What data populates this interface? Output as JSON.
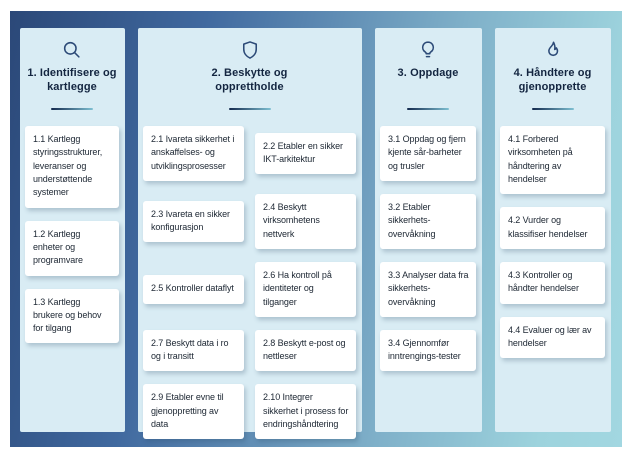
{
  "figure": {
    "kind": "security-framework-infographic",
    "language": "no"
  },
  "colors": {
    "frame_gradient_start": "#2b4878",
    "frame_gradient_mid": "#40699f",
    "frame_gradient_end": "#a2d7e1",
    "column_background": "#d9ecf4",
    "card_background": "#ffffff",
    "title_text": "#132540",
    "card_text": "#202a36",
    "icon_stroke": "#2c4a77"
  },
  "columns": [
    {
      "id": "identify",
      "icon": "search-icon",
      "title": "1. Identifisere og kartlegge",
      "cards": [
        "1.1 Kartlegg styringsstrukturer, leveranser og understøttende systemer",
        "1.2 Kartlegg enheter og programvare",
        "1.3 Kartlegg brukere og behov for tilgang"
      ]
    },
    {
      "id": "protect",
      "icon": "shield-icon",
      "title": "2. Beskytte og opprettholde",
      "cards": [
        "2.1 Ivareta sikkerhet i anskaffelses- og utviklingsprosesser",
        "2.2 Etabler en sikker IKT-arkitektur",
        "2.3 Ivareta en sikker konfigurasjon",
        "2.4 Beskytt virksomhetens nettverk",
        "2.5 Kontroller dataflyt",
        "2.6 Ha kontroll på identiteter og tilganger",
        "2.7 Beskytt data i ro og i transitt",
        "2.8 Beskytt e-post og nettleser",
        "2.9 Etabler evne til gjenoppretting av data",
        "2.10 Integrer sikkerhet i prosess for endringshånd­tering"
      ]
    },
    {
      "id": "detect",
      "icon": "lightbulb-icon",
      "title": "3. Oppdage",
      "cards": [
        "3.1 Oppdag og fjern kjente sår-barheter og trusler",
        "3.2 Etabler sikkerhets-overvåkning",
        "3.3 Analyser data fra sikkerhets-overvåkning",
        "3.4 Gjennomfør inntrengings-tester"
      ]
    },
    {
      "id": "respond",
      "icon": "flame-icon",
      "title": "4. Håndtere og gjenopprette",
      "cards": [
        "4.1 Forbered virksomheten på håndtering av hendelser",
        "4.2 Vurder og klassifiser hendelser",
        "4.3 Kontroller og håndter hendelser",
        "4.4 Evaluer og lær av hendelser"
      ]
    }
  ]
}
